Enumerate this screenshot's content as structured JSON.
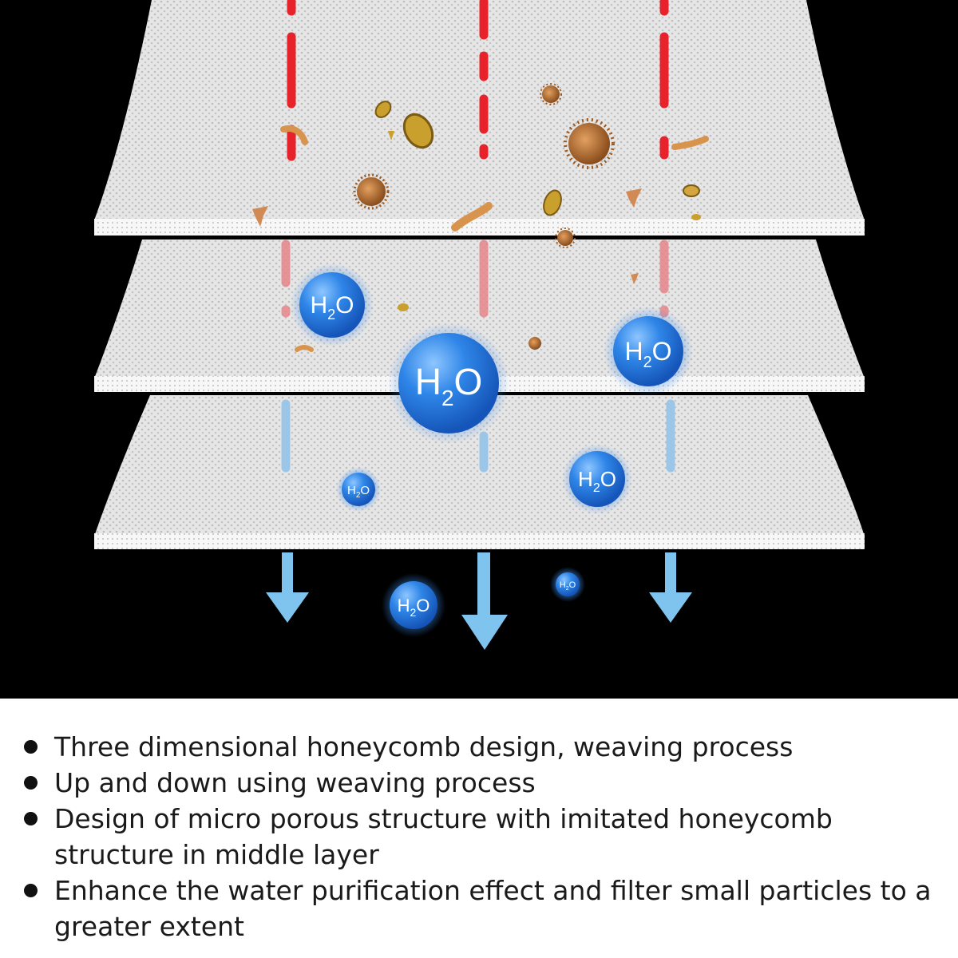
{
  "diagram": {
    "layers": [
      "top-filter-layer",
      "middle-filter-layer",
      "bottom-filter-layer"
    ],
    "molecule": {
      "main": "H",
      "sub": "2",
      "tail": "O"
    },
    "colors": {
      "background": "#000000",
      "sheet": "#e9e9e9",
      "blocked_flow": "#e8222a",
      "water_flow": "#8fc8ec",
      "molecule": "#2f86e8",
      "particle": "#b5702e"
    }
  },
  "bullets": [
    {
      "text": "Three dimensional honeycomb design, weaving process"
    },
    {
      "text": "Up and down using weaving process"
    },
    {
      "text": "Design of micro porous structure with imitated honeycomb structure in middle layer"
    },
    {
      "text": "Enhance the water purification effect and filter small particles to a greater extent"
    }
  ]
}
